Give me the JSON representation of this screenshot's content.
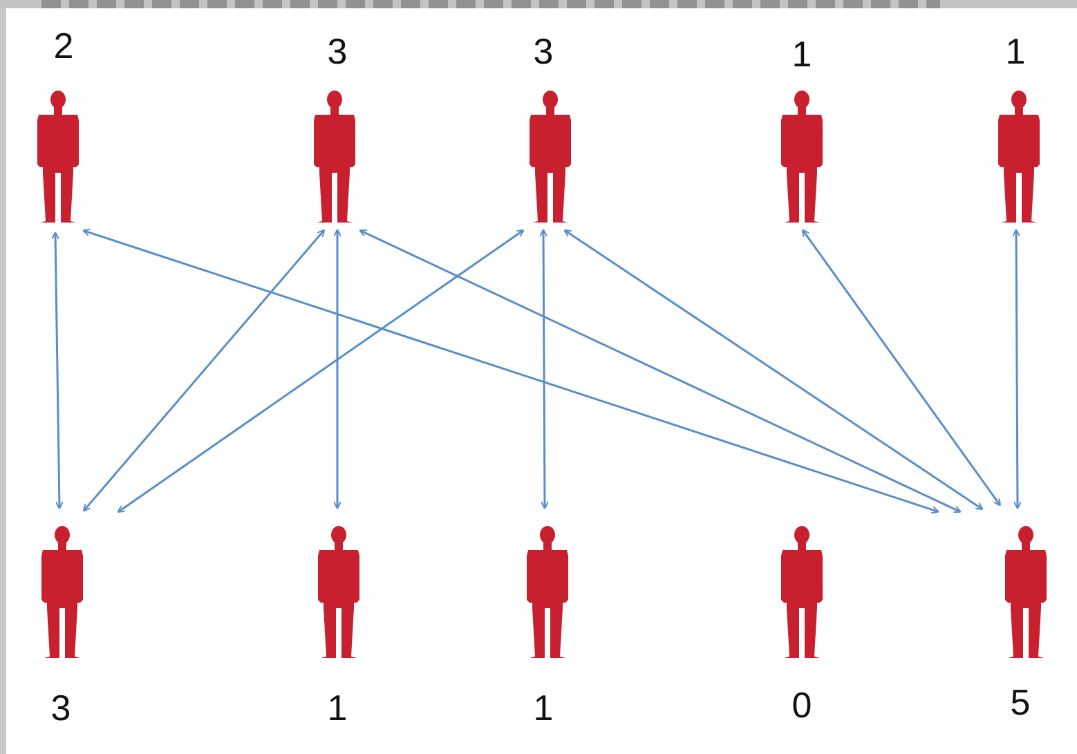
{
  "top_row": {
    "degrees": [
      "2",
      "3",
      "3",
      "1",
      "1"
    ]
  },
  "bottom_row": {
    "degrees": [
      "3",
      "1",
      "1",
      "0",
      "5"
    ]
  },
  "edges": [
    {
      "from": "top-1",
      "to": "bottom-1"
    },
    {
      "from": "top-1",
      "to": "bottom-5"
    },
    {
      "from": "top-2",
      "to": "bottom-1"
    },
    {
      "from": "top-2",
      "to": "bottom-2"
    },
    {
      "from": "top-2",
      "to": "bottom-5"
    },
    {
      "from": "top-3",
      "to": "bottom-1"
    },
    {
      "from": "top-3",
      "to": "bottom-3"
    },
    {
      "from": "top-3",
      "to": "bottom-5"
    },
    {
      "from": "top-4",
      "to": "bottom-5"
    },
    {
      "from": "top-5",
      "to": "bottom-5"
    }
  ],
  "colors": {
    "person": "#c8202f",
    "edge": "#5a8ec8",
    "text": "#111111"
  },
  "icons": {
    "person": "person-silhouette-icon",
    "arrow": "double-headed-arrow-icon"
  }
}
